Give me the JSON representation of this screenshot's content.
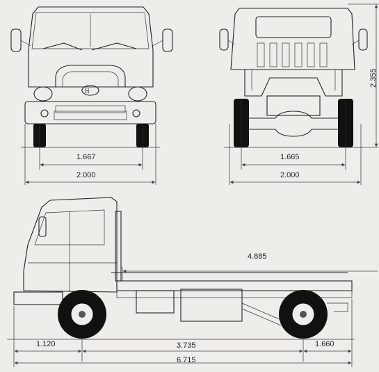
{
  "dimensions": {
    "front_track": "1.667",
    "front_width": "2.000",
    "rear_track": "1.665",
    "rear_width": "2.000",
    "overall_height": "2.355",
    "chassis_length": "4.885",
    "front_overhang": "1.120",
    "wheelbase": "3.735",
    "rear_overhang": "1.660",
    "overall_length": "6.715"
  }
}
